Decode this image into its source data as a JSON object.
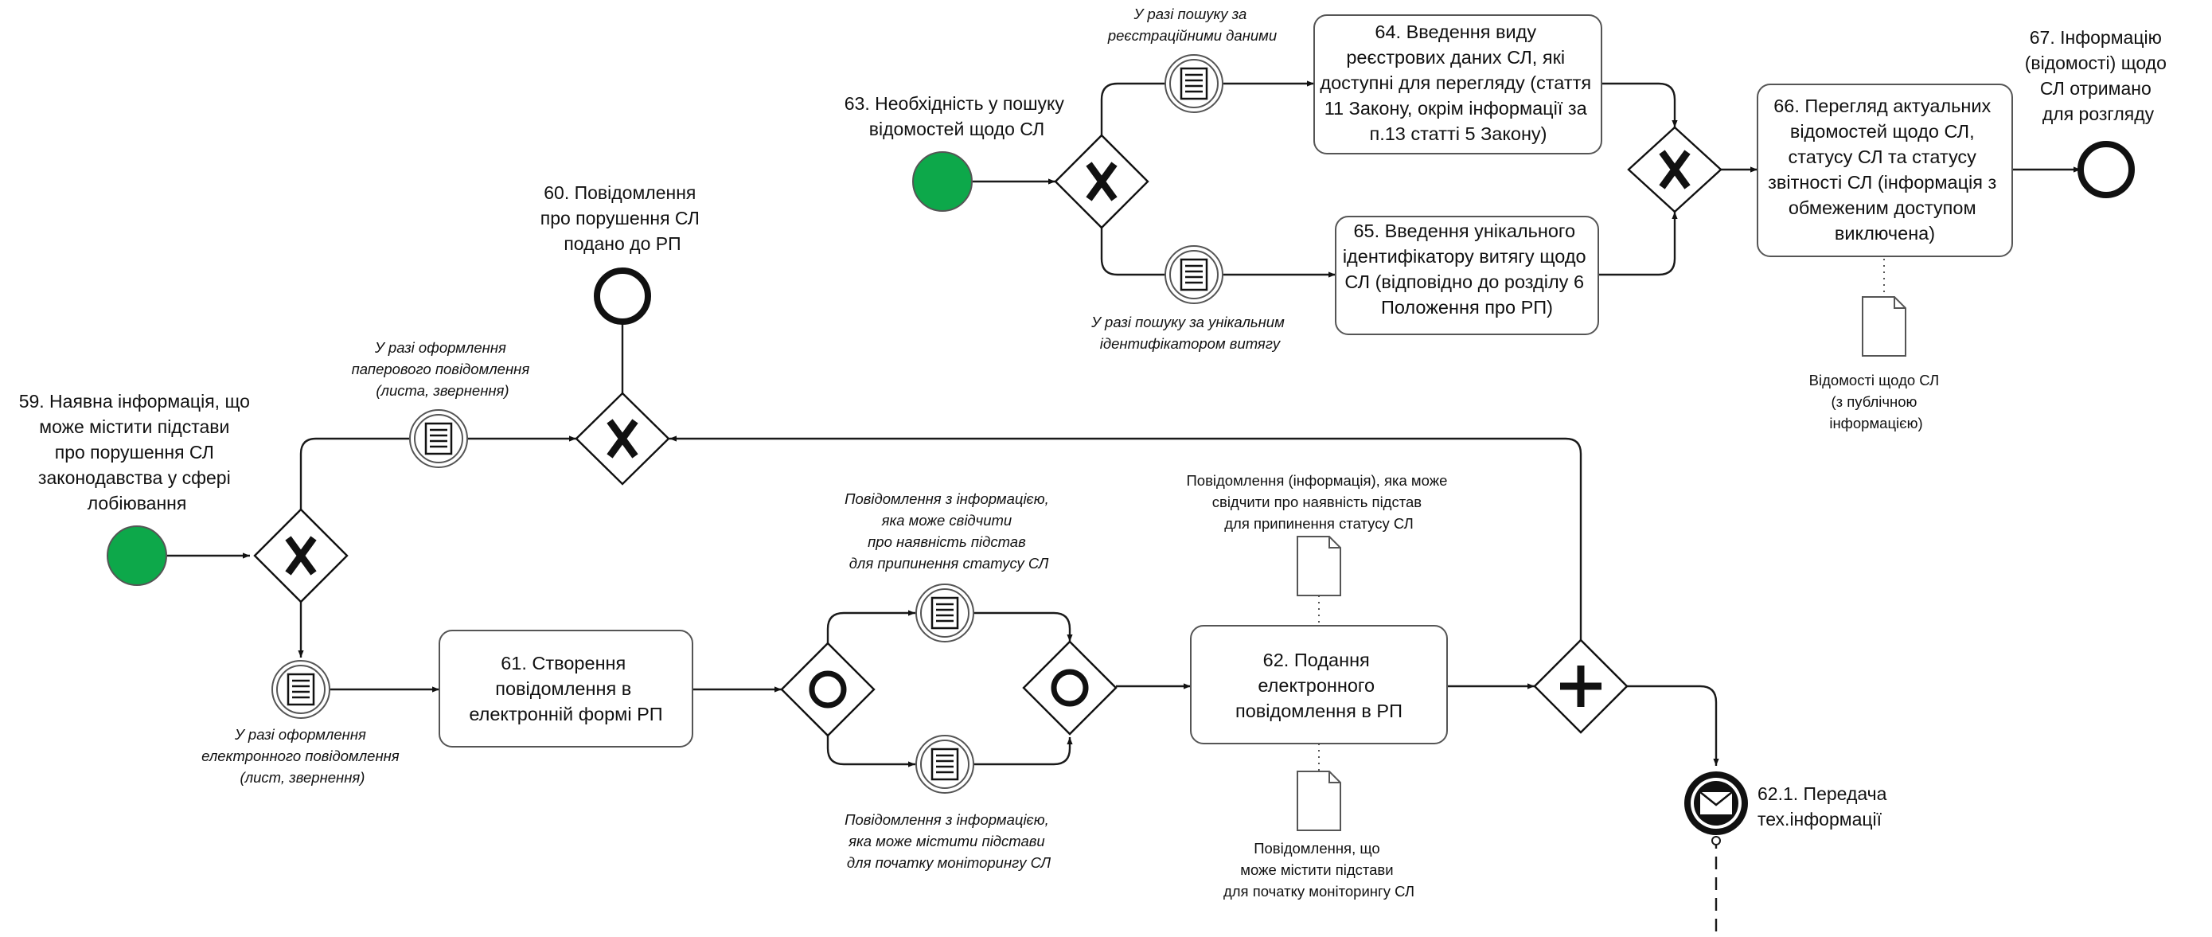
{
  "colors": {
    "start_event": "#0da84a",
    "stroke": "#111111"
  },
  "events": {
    "e59": [
      "59. Наявна інформація, що",
      "може містити підстави",
      "про порушення СЛ",
      "законодавства у сфері",
      "лобіювання"
    ],
    "e60": [
      "60. Повідомлення",
      "про порушення СЛ",
      "подано до РП"
    ],
    "e63": [
      "63. Необхідність у пошуку",
      "відомостей щодо СЛ"
    ],
    "e67": [
      "67. Інформацію",
      "(відомості) щодо",
      "СЛ отримано",
      "для розгляду"
    ],
    "e621": [
      "62.1. Передача",
      "тех.інформації"
    ]
  },
  "tasks": {
    "t61": [
      "61. Створення",
      "повідомлення в",
      "електронній формі РП"
    ],
    "t62": [
      "62. Подання",
      "електронного",
      "повідомлення в РП"
    ],
    "t64": [
      "64. Введення виду",
      "реєстрових даних СЛ, які",
      "доступні для перегляду (стаття",
      "11 Закону, окрім інформації за",
      "п.13 статті 5 Закону)"
    ],
    "t65": [
      "65. Введення унікального",
      "ідентифікатору витягу щодо",
      "СЛ (відповідно до розділу 6",
      "Положення про РП)"
    ],
    "t66": [
      "66. Перегляд актуальних",
      "відомостей щодо СЛ,",
      "статусу СЛ та статусу",
      "звітності СЛ (інформація з",
      "обмеженим доступом",
      "виключена)"
    ]
  },
  "conditions": {
    "paper": [
      "У разі оформлення",
      "паперового повідомлення",
      "(листа, звернення)"
    ],
    "electronic": [
      "У разі оформлення",
      "електронного повідомлення",
      "(лист, звернення)"
    ],
    "termination": [
      "Повідомлення з інформацією,",
      "яка може свідчити",
      "про наявність підстав",
      "для припинення статусу СЛ"
    ],
    "monitoring": [
      "Повідомлення з інформацією,",
      "яка може містити підстави",
      "для початку моніторингу СЛ"
    ],
    "registration": [
      "У разі пошуку за",
      "реєстраційними даними"
    ],
    "unique_id": [
      "У разі пошуку за унікальним",
      "ідентифікатором витягу"
    ]
  },
  "documents": {
    "d_term": [
      "Повідомлення (інформація), яка може",
      "свідчити про наявність підстав",
      "для припинення статусу СЛ"
    ],
    "d_mon": [
      "Повідомлення, що",
      "може містити підстави",
      "для початку моніторингу СЛ"
    ],
    "d_public": [
      "Відомості щодо СЛ",
      "(з публічною",
      "інформацією)"
    ]
  }
}
